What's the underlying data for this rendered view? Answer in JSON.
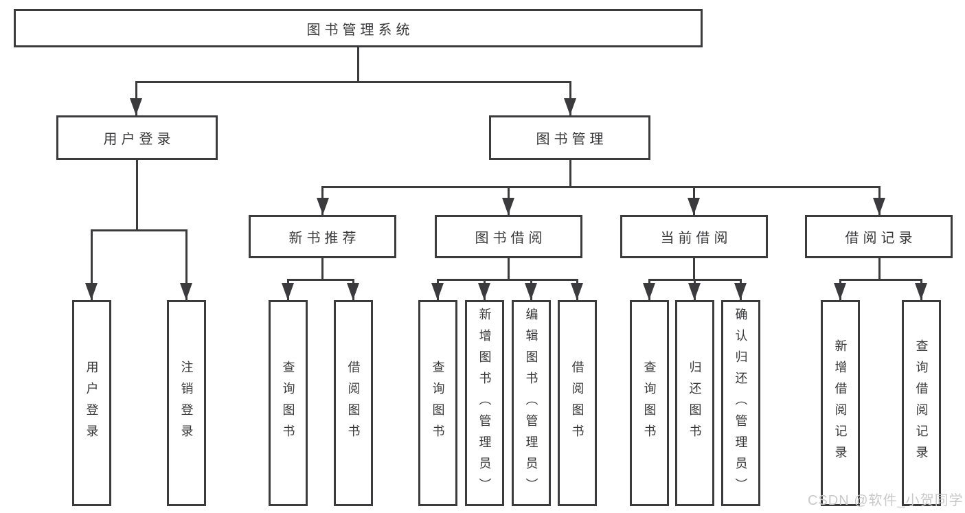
{
  "title": "图书管理系统",
  "level2": {
    "user_login": "用户登录",
    "book_management": "图书管理"
  },
  "level3": {
    "new_book_recommend": "新书推荐",
    "book_borrow": "图书借阅",
    "current_borrow": "当前借阅",
    "borrow_records": "借阅记录"
  },
  "leaves": {
    "user_login_children": [
      "用户登录",
      "注销登录"
    ],
    "new_book_children": [
      "查询图书",
      "借阅图书"
    ],
    "book_borrow_children": [
      "查询图书",
      "新增图书（管理员）",
      "编辑图书（管理员）",
      "借阅图书"
    ],
    "current_borrow_children": [
      "查询图书",
      "归还图书",
      "确认归还（管理员）"
    ],
    "borrow_record_children": [
      "新增借阅记录",
      "查询借阅记录"
    ]
  },
  "watermark": "CSDN @软件_小贺同学",
  "colors": {
    "line": "#3b3b3d",
    "text": "#38383a",
    "watermark": "#c9c9c9",
    "background": "#ffffff"
  }
}
